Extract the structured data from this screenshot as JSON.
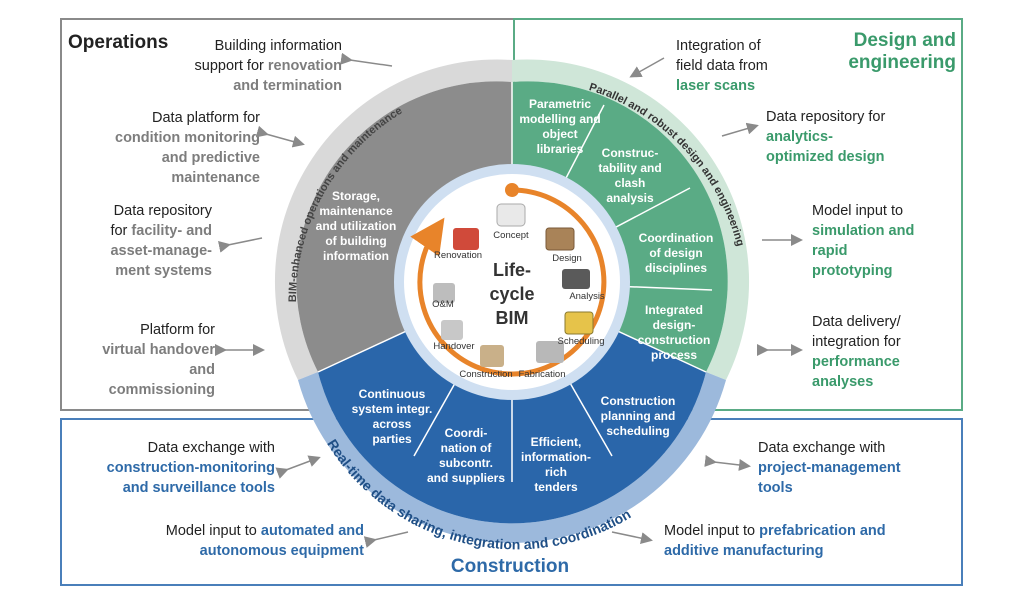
{
  "titles": {
    "operations": "Operations",
    "design": "Design and engineering",
    "construction": "Construction"
  },
  "center": {
    "l1": "Life-",
    "l2": "cycle",
    "l3": "BIM"
  },
  "ring_labels": {
    "ops": "BIM-enhanced operations and maintenance",
    "design": "Parallel and robust design and engineering",
    "construction": "Real-time data sharing, integration and coordination"
  },
  "ops_segment": [
    "Storage,",
    "maintenance",
    "and utilization",
    "of building",
    "information"
  ],
  "design_segments": [
    [
      "Parametric",
      "modelling and",
      "object",
      "libraries"
    ],
    [
      "Construc-",
      "tability and",
      "clash",
      "analysis"
    ],
    [
      "Coordination",
      "of design",
      "disciplines"
    ],
    [
      "Integrated",
      "design-",
      "construction",
      "process"
    ]
  ],
  "construction_segments": [
    [
      "Continuous",
      "system integr.",
      "across",
      "parties"
    ],
    [
      "Coordi-",
      "nation of",
      "subcontr.",
      "and suppliers"
    ],
    [
      "Efficient,",
      "information-",
      "rich",
      "tenders"
    ],
    [
      "Construction",
      "planning and",
      "scheduling"
    ]
  ],
  "phases": [
    "Concept",
    "Design",
    "Analysis",
    "Scheduling",
    "Fabrication",
    "Construction",
    "Handover",
    "O&M",
    "Renovation"
  ],
  "ops_items": [
    {
      "a": "Building information",
      "b": "support for ",
      "c": "renovation",
      "d": "and termination"
    },
    {
      "a": "Data platform for",
      "b": "condition monitoring",
      "c": "and predictive",
      "d": "maintenance"
    },
    {
      "a": "Data repository",
      "b": "for ",
      "c": "facility- and",
      "d": "asset-manage-",
      "e": "ment systems"
    },
    {
      "a": "Platform for",
      "b": "virtual handover",
      "c": "and",
      "d": "commissioning"
    }
  ],
  "design_items": [
    {
      "a": "Integration of",
      "b": "field data from",
      "c": "laser scans"
    },
    {
      "a": "Data repository for",
      "b": "analytics-",
      "c": "optimized design"
    },
    {
      "a": "Model input to",
      "b": "simulation and",
      "c": "rapid",
      "d": "prototyping"
    },
    {
      "a": "Data delivery/",
      "b": "integration for",
      "c": "performance",
      "d": "analyses"
    }
  ],
  "construction_items": [
    {
      "a": "Data exchange with",
      "b": "construction-monitoring",
      "c": "and surveillance tools"
    },
    {
      "a": "Model input to ",
      "b": "automated and",
      "c": "autonomous equipment"
    },
    {
      "a": "Data exchange with",
      "b": "project-management",
      "c": "tools"
    },
    {
      "a": "Model input to ",
      "b": "prefabrication and",
      "c": "additive manufacturing"
    }
  ],
  "colors": {
    "ops_gray": "#8c8c8c",
    "design_green": "#5aab85",
    "construction_blue": "#2e6aa8",
    "orange": "#e8842a"
  }
}
